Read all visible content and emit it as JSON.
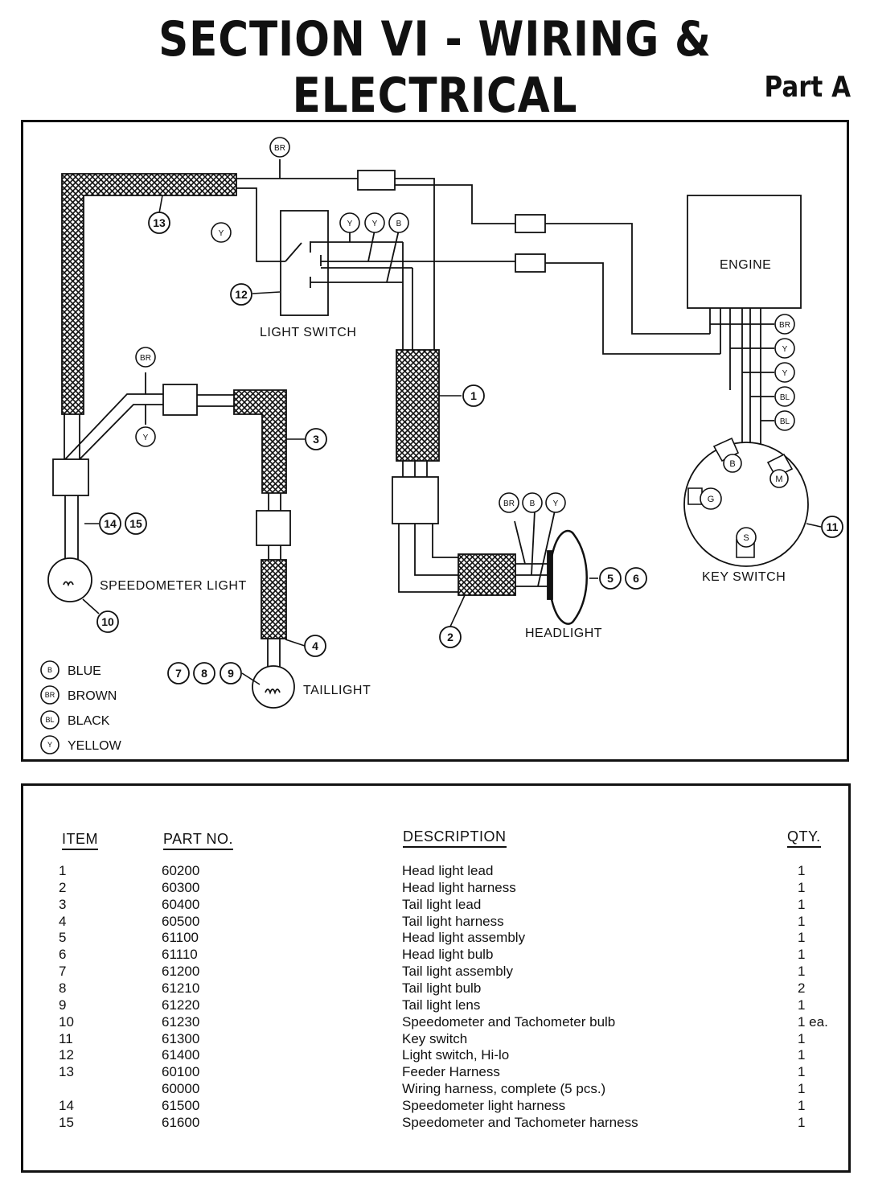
{
  "header": {
    "title": "SECTION VI - WIRING & ELECTRICAL",
    "subtitle": "Part A"
  },
  "diagram": {
    "labels": {
      "light_switch": "LIGHT SWITCH",
      "engine": "ENGINE",
      "speedometer_light": "SPEEDOMETER LIGHT",
      "taillight": "TAILLIGHT",
      "headlight": "HEADLIGHT",
      "key_switch": "KEY SWITCH"
    },
    "wire_tags": {
      "br": "BR",
      "y": "Y",
      "b": "B",
      "bl": "BL",
      "g": "G",
      "m": "M",
      "s": "S"
    },
    "callouts": [
      "1",
      "2",
      "3",
      "4",
      "5",
      "6",
      "7",
      "8",
      "9",
      "10",
      "11",
      "12",
      "13",
      "14",
      "15"
    ],
    "legend": [
      {
        "code": "B",
        "name": "BLUE"
      },
      {
        "code": "BR",
        "name": "BROWN"
      },
      {
        "code": "BL",
        "name": "BLACK"
      },
      {
        "code": "Y",
        "name": "YELLOW"
      }
    ]
  },
  "parts_table": {
    "headers": {
      "item": "ITEM",
      "part_no": "PART NO.",
      "description": "DESCRIPTION",
      "qty": "QTY."
    },
    "rows": [
      {
        "item": "1",
        "part_no": "60200",
        "description": "Head light lead",
        "qty": "1"
      },
      {
        "item": "2",
        "part_no": "60300",
        "description": "Head light harness",
        "qty": "1"
      },
      {
        "item": "3",
        "part_no": "60400",
        "description": "Tail light lead",
        "qty": "1"
      },
      {
        "item": "4",
        "part_no": "60500",
        "description": "Tail light harness",
        "qty": "1"
      },
      {
        "item": "5",
        "part_no": "61100",
        "description": "Head light assembly",
        "qty": "1"
      },
      {
        "item": "6",
        "part_no": "61110",
        "description": "Head light bulb",
        "qty": "1"
      },
      {
        "item": "7",
        "part_no": "61200",
        "description": "Tail light assembly",
        "qty": "1"
      },
      {
        "item": "8",
        "part_no": "61210",
        "description": "Tail light bulb",
        "qty": "2"
      },
      {
        "item": "9",
        "part_no": "61220",
        "description": "Tail light lens",
        "qty": "1"
      },
      {
        "item": "10",
        "part_no": "61230",
        "description": "Speedometer and Tachometer bulb",
        "qty": "1 ea."
      },
      {
        "item": "11",
        "part_no": "61300",
        "description": "Key switch",
        "qty": "1"
      },
      {
        "item": "12",
        "part_no": "61400",
        "description": "Light switch, Hi-lo",
        "qty": "1"
      },
      {
        "item": "13",
        "part_no": "60100",
        "description": "Feeder Harness",
        "qty": "1"
      },
      {
        "item": "",
        "part_no": "60000",
        "description": "Wiring harness, complete (5 pcs.)",
        "qty": "1"
      },
      {
        "item": "14",
        "part_no": "61500",
        "description": "Speedometer light harness",
        "qty": "1"
      },
      {
        "item": "15",
        "part_no": "61600",
        "description": "Speedometer and Tachometer harness",
        "qty": "1"
      }
    ]
  }
}
